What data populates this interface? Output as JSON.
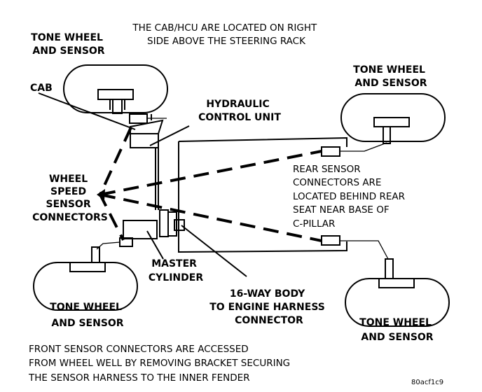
{
  "top_note": [
    "THE CAB/HCU ARE LOCATED ON RIGHT",
    "SIDE ABOVE THE STEERING RACK"
  ],
  "labels": {
    "tone_wheel_front_left": [
      "TONE WHEEL",
      "AND SENSOR"
    ],
    "tone_wheel_rear_left": [
      "TONE WHEEL",
      "AND SENSOR"
    ],
    "tone_wheel_rear_right": [
      "TONE WHEEL",
      "AND SENSOR"
    ],
    "tone_wheel_front_right": [
      "TONE WHEEL",
      "AND SENSOR"
    ],
    "cab": "CAB",
    "hcu": [
      "HYDRAULIC",
      "CONTROL UNIT"
    ],
    "wss_connectors": [
      "WHEEL",
      "SPEED",
      "SENSOR",
      "CONNECTORS"
    ],
    "master_cylinder": [
      "MASTER",
      "CYLINDER"
    ],
    "body_connector": [
      "16-WAY BODY",
      "TO ENGINE HARNESS",
      "CONNECTOR"
    ]
  },
  "rear_note": [
    "REAR SENSOR",
    "CONNECTORS ARE",
    "LOCATED BEHIND REAR",
    "SEAT NEAR BASE OF",
    "C-PILLAR"
  ],
  "bottom_note": [
    "FRONT SENSOR CONNECTORS ARE ACCESSED",
    "FROM WHEEL WELL BY REMOVING BRACKET SECURING",
    "THE SENSOR HARNESS TO THE INNER FENDER"
  ],
  "figure_id": "80acf1c9"
}
